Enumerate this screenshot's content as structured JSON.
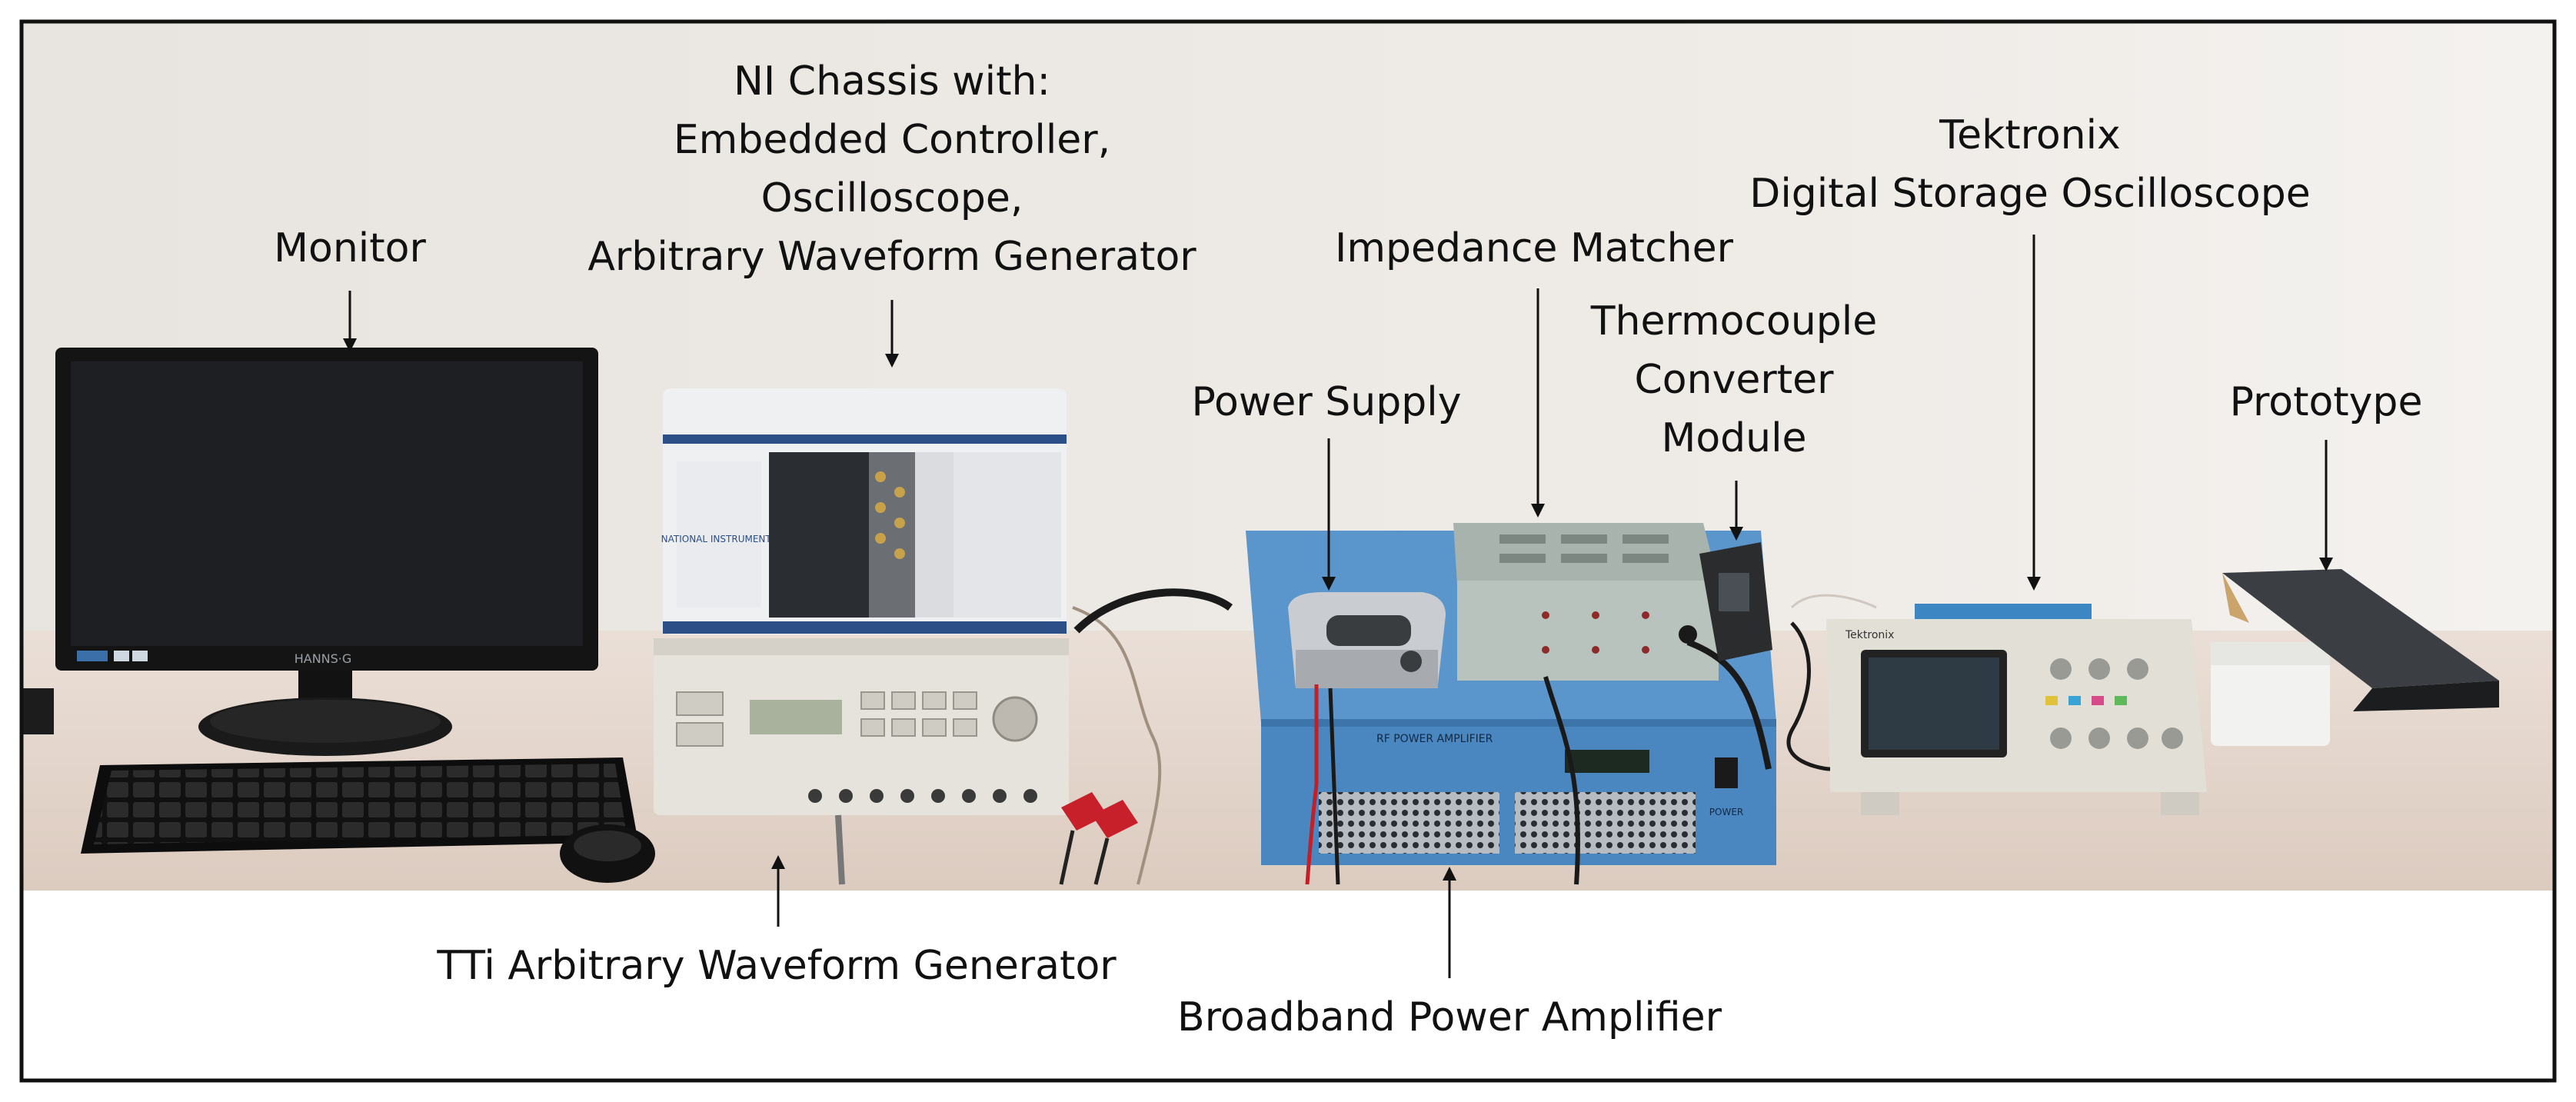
{
  "labels": {
    "monitor": "Monitor",
    "ni_chassis": [
      "NI Chassis with:",
      "Embedded Controller,",
      "Oscilloscope,",
      "Arbitrary Waveform Generator"
    ],
    "power_supply": "Power Supply",
    "impedance_matcher": "Impedance Matcher",
    "thermocouple": [
      "Thermocouple",
      "Converter",
      "Module"
    ],
    "tektronix": [
      "Tektronix",
      "Digital Storage Oscilloscope"
    ],
    "prototype": "Prototype",
    "tti_awg": "TTi Arbitrary Waveform Generator",
    "amplifier": "Broadband Power Amplifier"
  },
  "device_text": {
    "monitor_brand": "HANNS·G",
    "ni_brand": "NATIONAL INSTRUMENTS",
    "amp_title": "RF POWER AMPLIFIER",
    "amp_power": "POWER",
    "scope_brand": "Tektronix"
  },
  "colors": {
    "frame": "#111111",
    "wall": "#ebe7e3",
    "desk": "#e4d6cd",
    "amp_blue": "#4a86bf",
    "monitor": "#1a1a1a",
    "instrument_beige": "#e6e3dc",
    "matcher_green": "#b9c3be"
  }
}
